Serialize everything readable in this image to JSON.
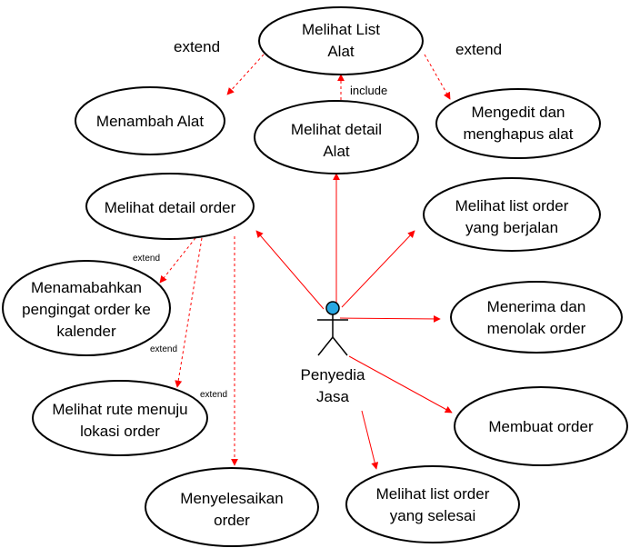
{
  "colors": {
    "relationship_line": "#ff0000",
    "actor_head": "#29a7e1",
    "outline": "#000000",
    "background": "#ffffff"
  },
  "actor": {
    "label_lines": [
      "Penyedia",
      "Jasa"
    ]
  },
  "use_cases": {
    "melihat_list_alat": [
      "Melihat List",
      "Alat"
    ],
    "menambah_alat": [
      "Menambah Alat"
    ],
    "melihat_detail_alat": [
      "Melihat detail",
      "Alat"
    ],
    "mengedit_menghapus_alat": [
      "Mengedit dan",
      "menghapus alat"
    ],
    "melihat_detail_order": [
      "Melihat detail order"
    ],
    "melihat_list_order_berjalan": [
      "Melihat list order",
      "yang berjalan"
    ],
    "menambahkan_pengingat": [
      "Menamabahkan",
      "pengingat order ke",
      "kalender"
    ],
    "menerima_menolak_order": [
      "Menerima dan",
      "menolak order"
    ],
    "melihat_rute": [
      "Melihat rute menuju",
      "lokasi order"
    ],
    "membuat_order": [
      "Membuat order"
    ],
    "menyelesaikan_order": [
      "Menyelesaikan",
      "order"
    ],
    "melihat_list_order_selesai": [
      "Melihat list order",
      "yang selesai"
    ]
  },
  "relationship_labels": {
    "extend_add_alat": "extend",
    "extend_edit_alat": "extend",
    "include_detail_alat": "include",
    "extend_pengingat": "extend",
    "extend_rute": "extend",
    "extend_selesaikan": "extend"
  }
}
